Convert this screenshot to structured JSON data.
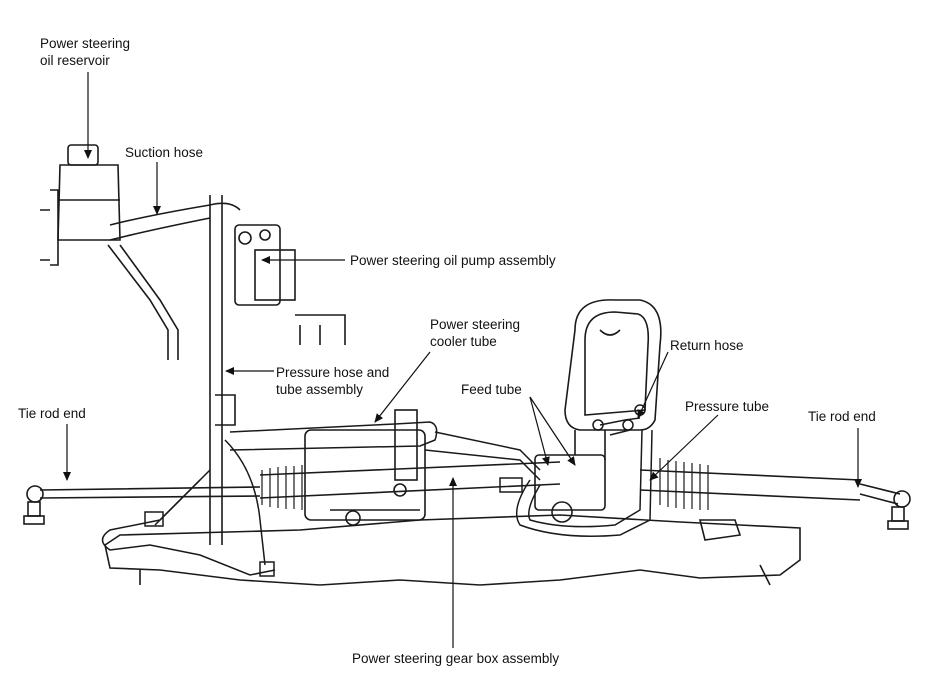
{
  "labels": {
    "reservoir_line1": "Power steering",
    "reservoir_line2": "oil reservoir",
    "suction_hose": "Suction hose",
    "pump_assembly": "Power steering oil pump assembly",
    "cooler_line1": "Power steering",
    "cooler_line2": "cooler tube",
    "return_hose": "Return hose",
    "pressure_hose_line1": "Pressure hose and",
    "pressure_hose_line2": "tube assembly",
    "feed_tube": "Feed tube",
    "pressure_tube": "Pressure tube",
    "tie_rod_left": "Tie rod end",
    "tie_rod_right": "Tie rod end",
    "gear_box": "Power steering gear box assembly"
  },
  "colors": {
    "ink": "#111111",
    "line": "#1a1a1a",
    "background": "#ffffff"
  }
}
